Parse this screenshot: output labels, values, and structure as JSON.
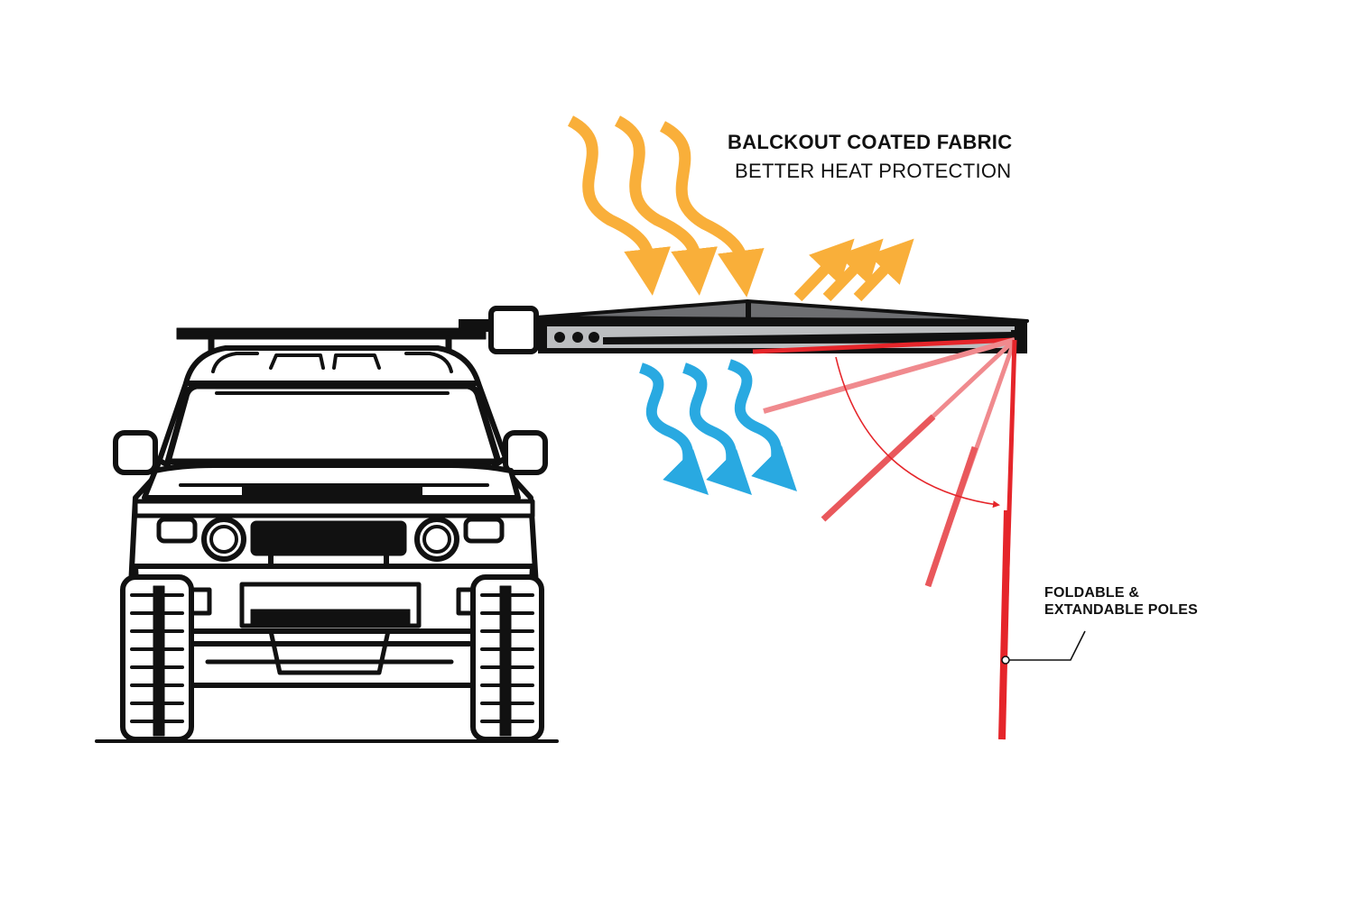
{
  "heading": {
    "title": "BALCKOUT COATED FABRIC",
    "subtitle": "BETTER HEAT PROTECTION"
  },
  "pole_callout": {
    "line1": "FOLDABLE &",
    "line2": "EXTANDABLE POLES"
  },
  "colors": {
    "sun_heat": "#F9AF3A",
    "cool_air": "#29A9E1",
    "pole": "#E5252A",
    "pole_faded": "#F08A8E",
    "outline": "#111111",
    "awning_fabric": "#6D6E71"
  },
  "icons": {
    "incoming_heat": "wavy-arrow-down",
    "reflected_heat": "straight-arrow-up-right",
    "cool_shade": "wavy-arrow-down-right",
    "pole_swing": "curved-arrow"
  }
}
